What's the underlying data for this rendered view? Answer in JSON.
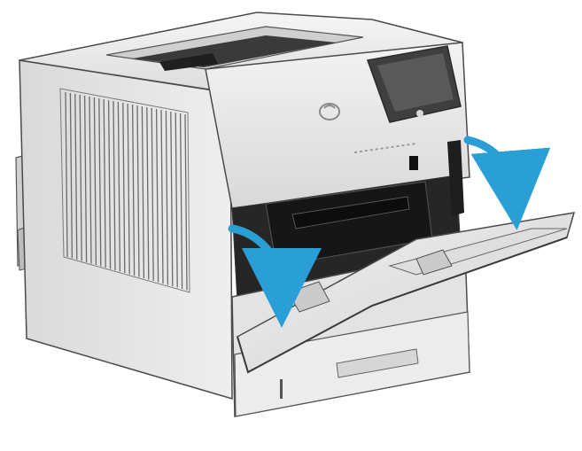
{
  "illustration": {
    "subject": "printer",
    "arrows": [
      {
        "name": "arrow-open-front-door",
        "color": "#2a9fd6"
      },
      {
        "name": "arrow-open-multipurpose-tray",
        "color": "#2a9fd6"
      }
    ],
    "colors": {
      "accent": "#2a9fd6",
      "body": "#e9e9e9",
      "shadow": "#bdbdbd",
      "panel": "#444444",
      "screen": "#5a5a5a",
      "interior": "#222222"
    }
  }
}
